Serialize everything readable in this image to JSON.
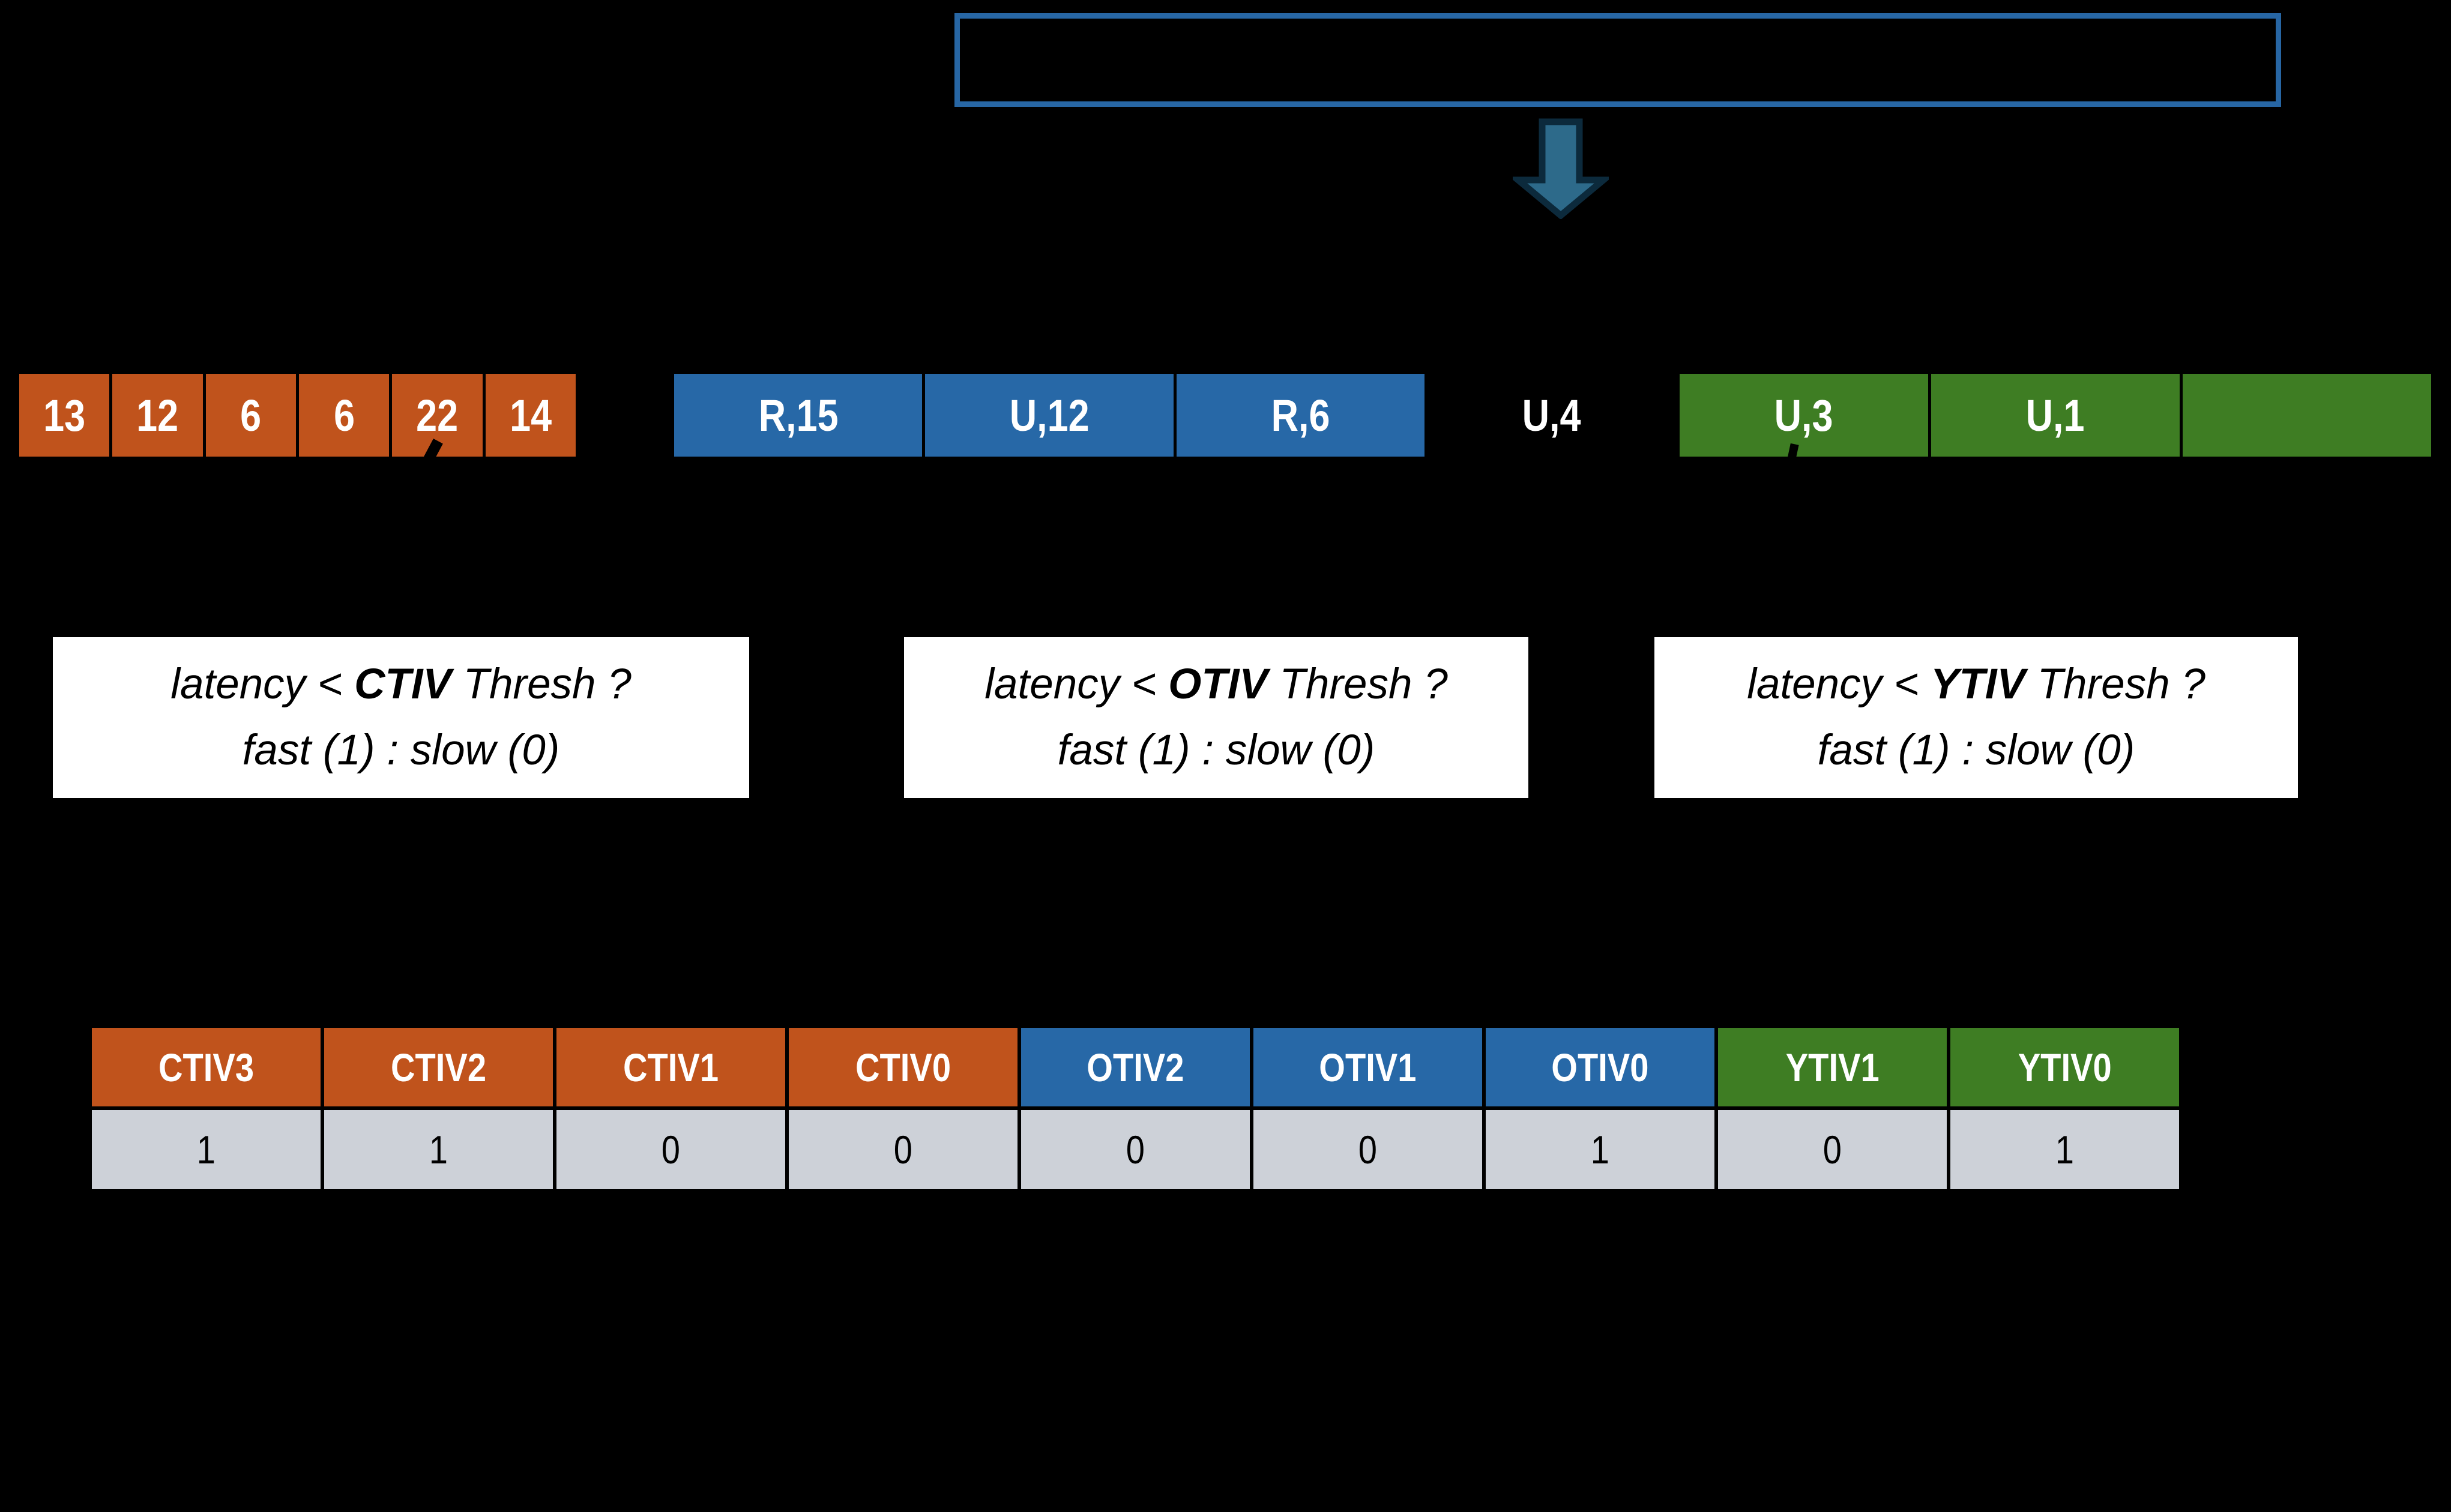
{
  "colors": {
    "background": "#000000",
    "orange": "#C0531C",
    "blue": "#2768A7",
    "green": "#3E7D23",
    "value_gray": "#CDD1D8",
    "white_text": "#FFFFFF",
    "black_text": "#000000",
    "top_box_border": "#2766A4",
    "arrow_fill": "#2D6A8A",
    "arrow_outline": "#0C2A3C"
  },
  "icons": {
    "arrow": "down-block-arrow",
    "tick": "arrow-tip-mark"
  },
  "arrays": {
    "ctiv_row": [
      "13",
      "12",
      "6",
      "6",
      "22",
      "14"
    ],
    "otiv_row": [
      "R,15",
      "U,12",
      "R,6"
    ],
    "u4_label": "U,4",
    "ytiv_row": [
      "U,3",
      "U,1",
      ""
    ]
  },
  "conditions": [
    {
      "prefix": "latency < ",
      "keyword": "CTIV",
      "suffix": " Thresh ?",
      "line2": "fast (1) : slow (0)"
    },
    {
      "prefix": "latency < ",
      "keyword": "OTIV",
      "suffix": " Thresh ?",
      "line2": "fast (1) : slow (0)"
    },
    {
      "prefix": "latency < ",
      "keyword": "YTIV",
      "suffix": " Thresh ?",
      "line2": "fast (1) : slow (0)"
    }
  ],
  "table": {
    "headers": [
      "CTIV3",
      "CTIV2",
      "CTIV1",
      "CTIV0",
      "OTIV2",
      "OTIV1",
      "OTIV0",
      "YTIV1",
      "YTIV0"
    ],
    "header_colors": [
      "orange",
      "orange",
      "orange",
      "orange",
      "blue",
      "blue",
      "blue",
      "green",
      "green"
    ],
    "values": [
      "1",
      "1",
      "0",
      "0",
      "0",
      "0",
      "1",
      "0",
      "1"
    ]
  }
}
